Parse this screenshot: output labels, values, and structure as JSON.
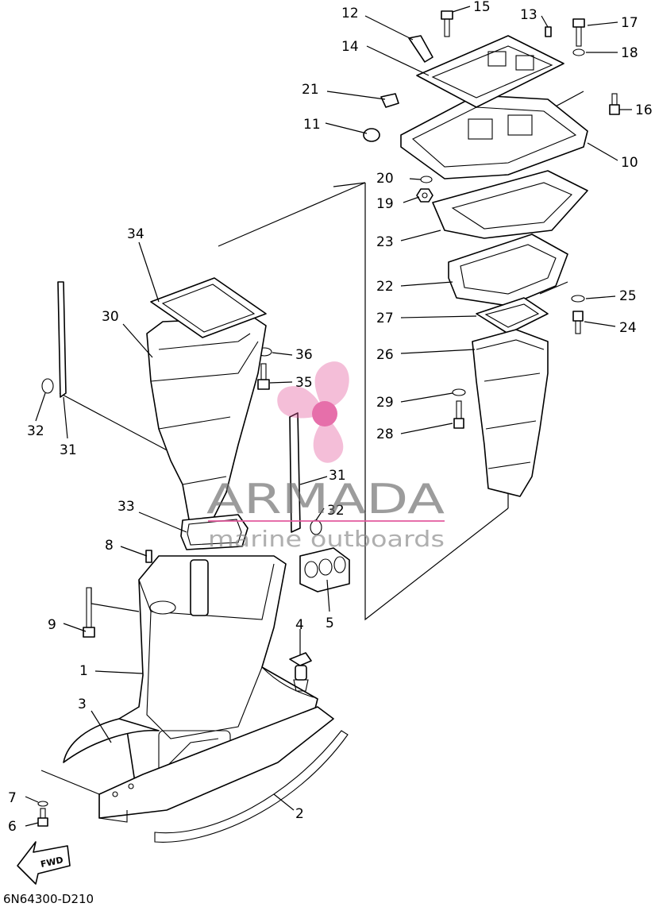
{
  "diagram": {
    "callouts": [
      "1",
      "2",
      "3",
      "4",
      "5",
      "6",
      "7",
      "8",
      "9",
      "10",
      "11",
      "12",
      "13",
      "14",
      "15",
      "16",
      "17",
      "18",
      "19",
      "20",
      "21",
      "22",
      "23",
      "24",
      "25",
      "26",
      "27",
      "28",
      "29",
      "30",
      "31",
      "31",
      "32",
      "32",
      "33",
      "34",
      "35",
      "36"
    ],
    "fwd_label": "FWD",
    "drawing_code": "6N64300-D210"
  },
  "watermark": {
    "brand": "ARMADA",
    "tagline": "marine outboards",
    "color": "#e2569c"
  }
}
